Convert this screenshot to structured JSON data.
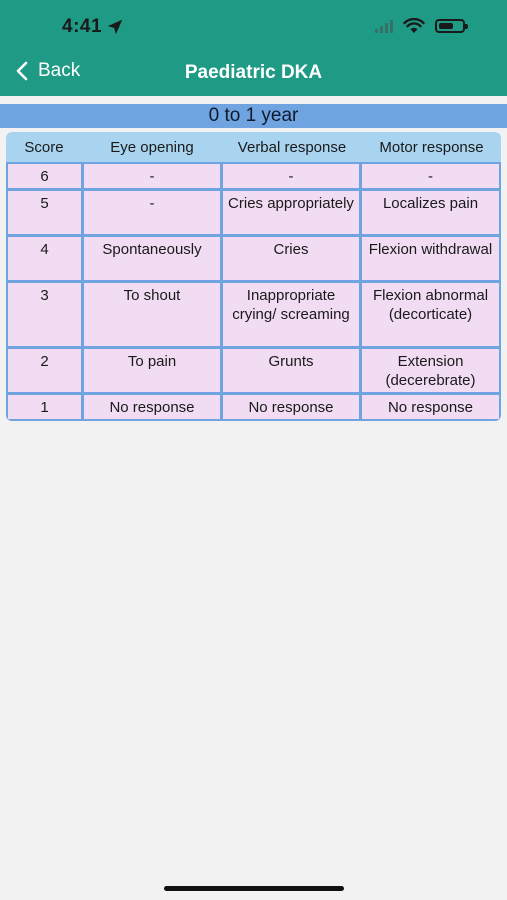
{
  "status_bar": {
    "time": "4:41"
  },
  "nav": {
    "back_label": "Back",
    "title": "Paediatric DKA"
  },
  "section": {
    "title": "0 to 1 year"
  },
  "table": {
    "headers": [
      "Score",
      "Eye opening",
      "Verbal response",
      "Motor response"
    ],
    "rows": [
      {
        "score": "6",
        "eye": "-",
        "verbal": "-",
        "motor": "-"
      },
      {
        "score": "5",
        "eye": "-",
        "verbal": "Cries appropriately",
        "motor": "Localizes pain"
      },
      {
        "score": "4",
        "eye": "Spontaneously",
        "verbal": "Cries",
        "motor": "Flexion withdrawal"
      },
      {
        "score": "3",
        "eye": "To shout",
        "verbal": "Inappropriate crying/ screaming",
        "motor": "Flexion abnormal (decorticate)"
      },
      {
        "score": "2",
        "eye": "To pain",
        "verbal": "Grunts",
        "motor": "Extension (decerebrate)"
      },
      {
        "score": "1",
        "eye": "No response",
        "verbal": "No response",
        "motor": "No response"
      }
    ]
  },
  "colors": {
    "header_bg": "#1f9a85",
    "section_band": "#6fa4e1",
    "table_header": "#a9d4ef",
    "cell_bg": "#f1dcf3"
  }
}
